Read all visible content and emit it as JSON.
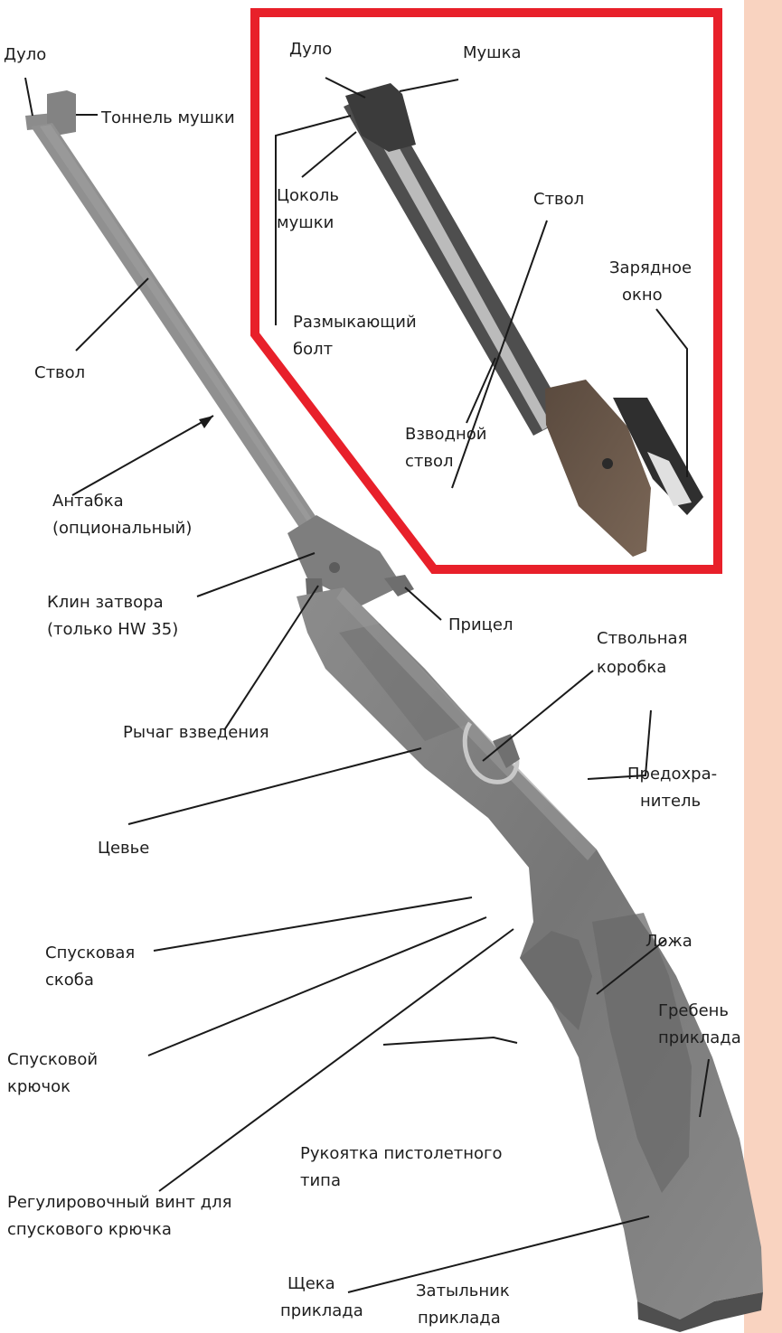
{
  "colors": {
    "frame": "#e8202a",
    "side_band": "#f9d3c0",
    "rifle_metal": "#8a8a8a",
    "rifle_wood": "#7d7d7d"
  },
  "labels": {
    "main_muzzle": "Дуло",
    "front_sight_tunnel": "Тоннель мушки",
    "main_barrel": "Ствол",
    "sling_swivel": [
      "Антабка",
      "(опциональный)"
    ],
    "breech_wedge": [
      "Клин затвора",
      "(только HW 35)"
    ],
    "rear_sight": "Прицел",
    "receiver": [
      "Ствольная",
      "коробка"
    ],
    "cocking_lever": "Рычаг взведения",
    "forend": "Цевье",
    "safety": [
      "Предохра-",
      "нитель"
    ],
    "trigger_guard": [
      "Спусковая",
      "скоба"
    ],
    "stock": "Ложа",
    "comb": [
      "Гребень",
      "приклада"
    ],
    "trigger": [
      "Спусковой",
      "крючок"
    ],
    "pistol_grip": [
      "Рукоятка пистолетного",
      "типа"
    ],
    "trigger_screw": [
      "Регулировочный винт для",
      "спускового крючка"
    ],
    "cheek_piece": [
      "Щека",
      "приклада"
    ],
    "butt_plate": [
      "Затыльник",
      "приклада"
    ]
  },
  "inset": {
    "muzzle": "Дуло",
    "front_sight": "Мушка",
    "sight_base": [
      "Цоколь",
      "мушки"
    ],
    "barrel": "Ствол",
    "loading_port": [
      "Зарядное",
      "окно"
    ],
    "release_bolt": [
      "Размыкающий",
      "болт"
    ],
    "cocking_barrel": [
      "Взводной",
      "ствол"
    ]
  }
}
